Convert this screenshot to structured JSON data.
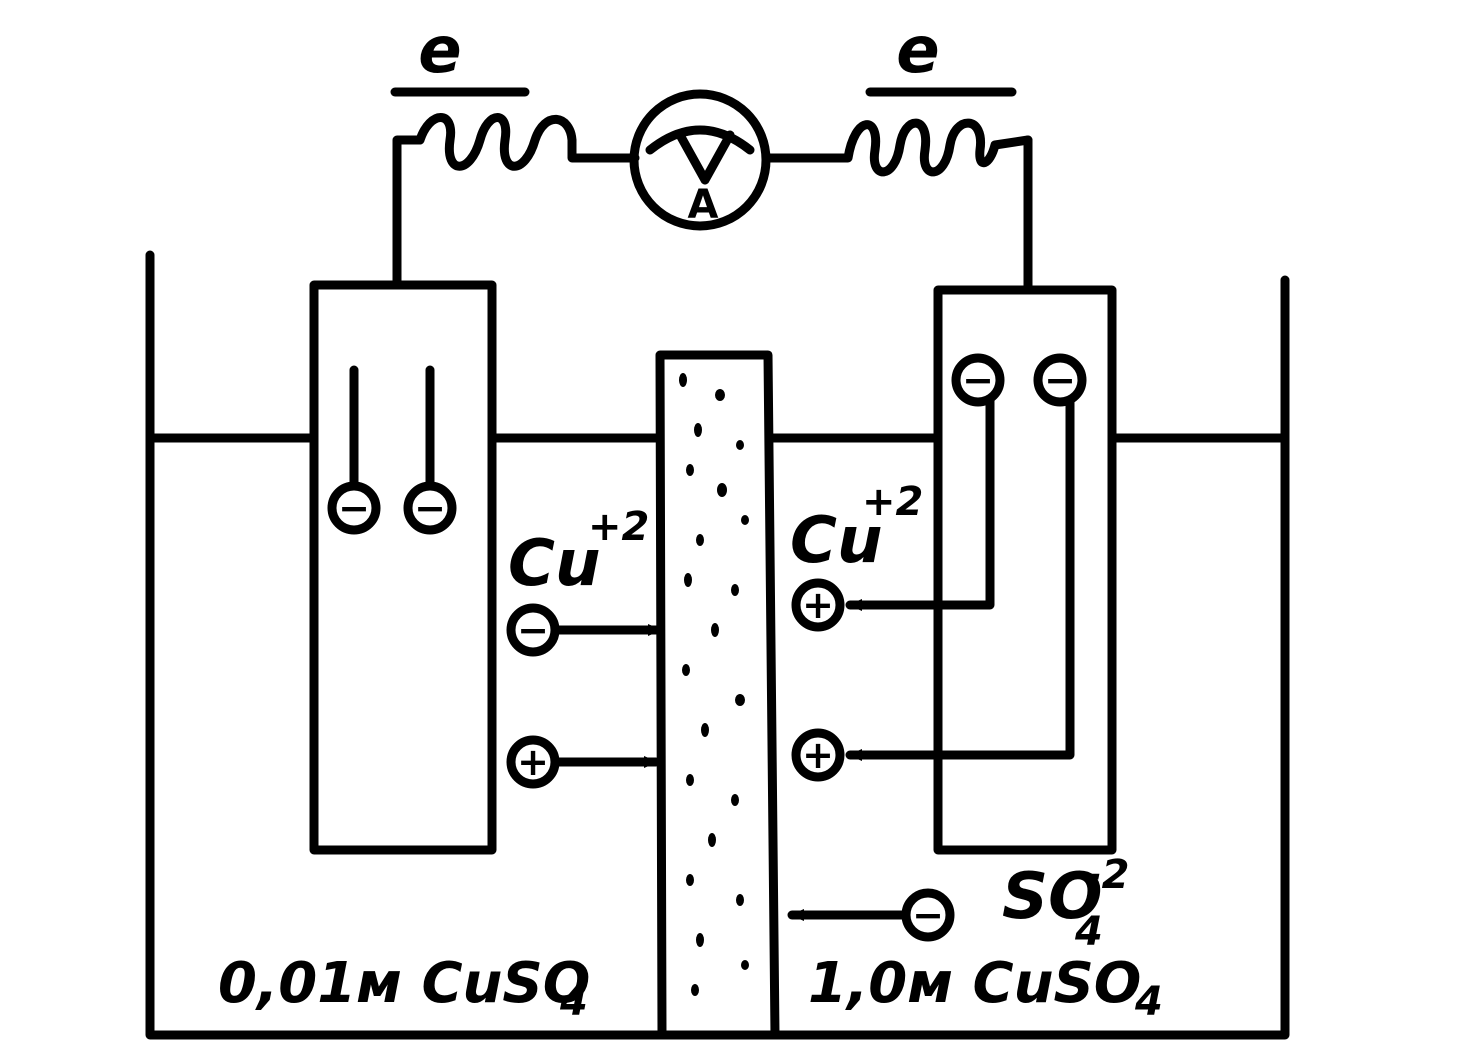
{
  "electron_labels": {
    "left": "e",
    "right": "e"
  },
  "ammeter": {
    "label": "A"
  },
  "left_cell": {
    "ion": "Cu",
    "ion_charge": "+2",
    "concentration": "0,01м CuSO",
    "concentration_subscript": "4"
  },
  "right_cell": {
    "ion": "Cu",
    "ion_charge": "+2",
    "concentration": "1,0м CuSO",
    "concentration_subscript": "4",
    "anion": "SO",
    "anion_subscript": "4",
    "anion_charge": "-2"
  },
  "symbols": {
    "minus": "−",
    "plus": "+"
  }
}
